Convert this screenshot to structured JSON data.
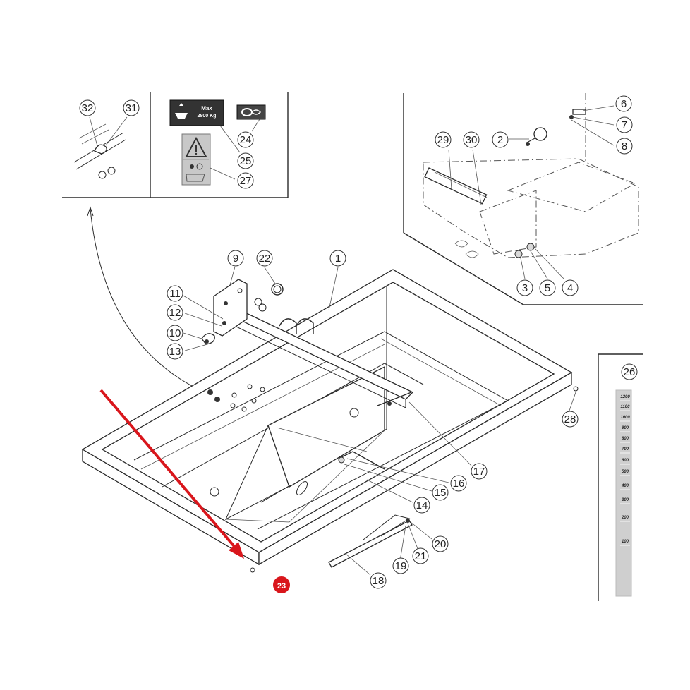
{
  "diagram": {
    "callouts": [
      "1",
      "2",
      "3",
      "4",
      "5",
      "6",
      "7",
      "8",
      "9",
      "10",
      "11",
      "12",
      "13",
      "14",
      "15",
      "16",
      "17",
      "18",
      "19",
      "20",
      "21",
      "22",
      "24",
      "25",
      "26",
      "27",
      "28",
      "29",
      "30",
      "31",
      "32"
    ],
    "highlight_callout": "23",
    "highlight_color": "#d9161c",
    "label_max": "Max",
    "label_capacity": "2800 Kg",
    "scale_ticks": [
      "1200",
      "1100",
      "1000",
      "900",
      "800",
      "700",
      "600",
      "500",
      "400",
      "300",
      "200",
      "100"
    ]
  }
}
